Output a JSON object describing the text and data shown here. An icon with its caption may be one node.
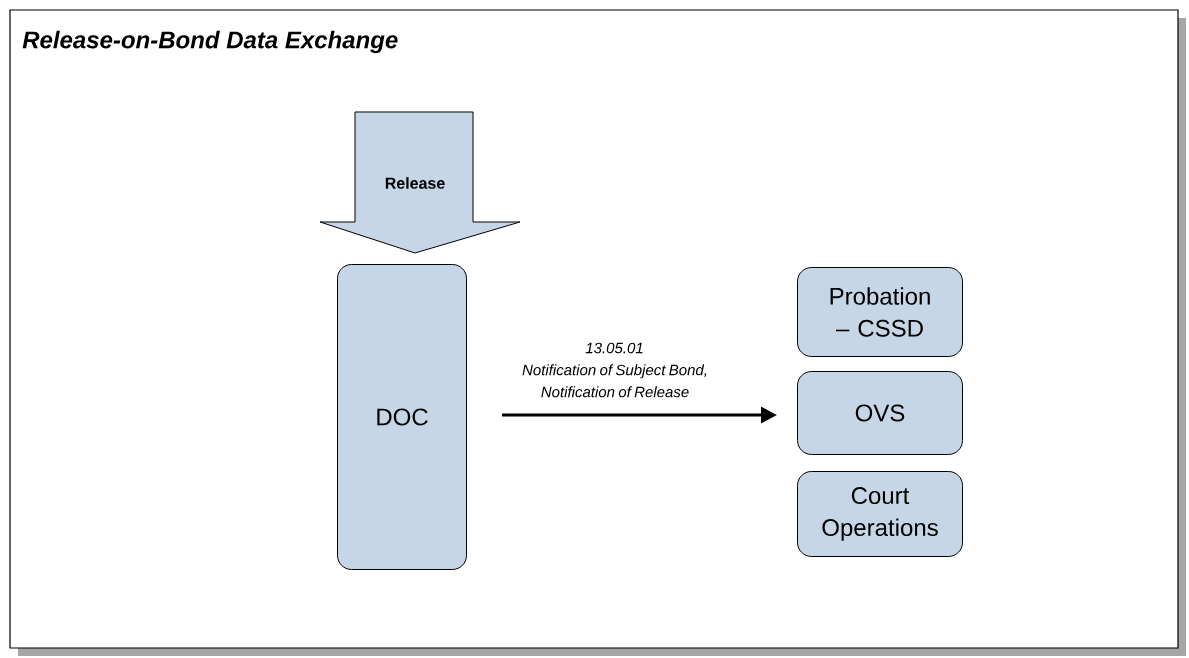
{
  "diagram": {
    "title": "Release-on-Bond Data Exchange",
    "nodes": [
      {
        "text": [
          "Release"
        ]
      },
      {
        "text": [
          "DOC"
        ]
      },
      {
        "text": [
          "Probation – CSSD"
        ]
      },
      {
        "text": [
          "OVS"
        ]
      },
      {
        "text": [
          "Court Operations"
        ]
      }
    ],
    "edges": [
      {
        "from": 1,
        "to": 3,
        "arrow": "to",
        "label": "13.05.01 Notification of Subject Bond, Notification of Release"
      }
    ]
  }
}
